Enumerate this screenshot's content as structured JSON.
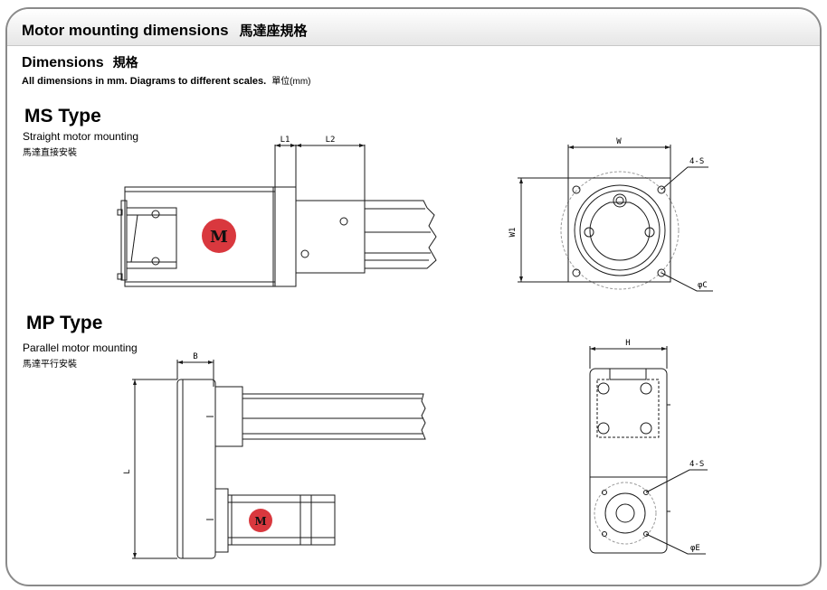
{
  "header": {
    "title": "Motor mounting dimensions",
    "title_zh": "馬達座規格"
  },
  "dimensions": {
    "heading": "Dimensions",
    "heading_zh": "規格",
    "note": "All dimensions in mm. Diagrams to different scales.",
    "note_zh": "單位(mm)"
  },
  "ms_type": {
    "title": "MS Type",
    "description": "Straight motor mounting",
    "description_zh": "馬達直接安裝",
    "motor_badge": "M",
    "labels": {
      "l1": "L1",
      "l2": "L2",
      "w": "W",
      "w1": "W1",
      "screws": "4-S",
      "diameter": "φC"
    }
  },
  "mp_type": {
    "title": "MP Type",
    "description": "Parallel motor mounting",
    "description_zh": "馬達平行安裝",
    "motor_badge": "M",
    "labels": {
      "b": "B",
      "l": "L",
      "h": "H",
      "screws": "4-S",
      "diameter": "φE"
    }
  },
  "colors": {
    "motor_badge": "#d9383e",
    "line": "#1a1a1a",
    "frame": "#8a8a8a"
  }
}
